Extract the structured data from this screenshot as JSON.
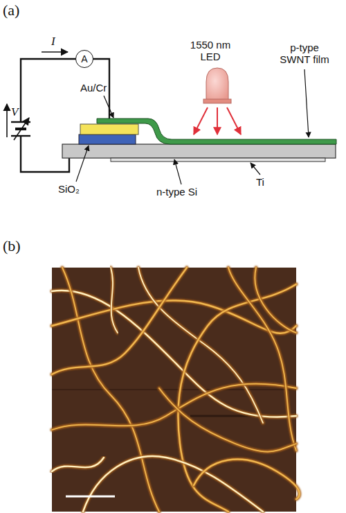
{
  "diagram": {
    "nodes": [
      {
        "text": [
          "A"
        ]
      }
    ],
    "labels": [
      "(a)",
      "I",
      "V",
      "Au/Cr",
      "1550 nm LED",
      "p-type SWNT film",
      "SiO₂",
      "n-type Si",
      "Ti",
      "(b)"
    ]
  }
}
